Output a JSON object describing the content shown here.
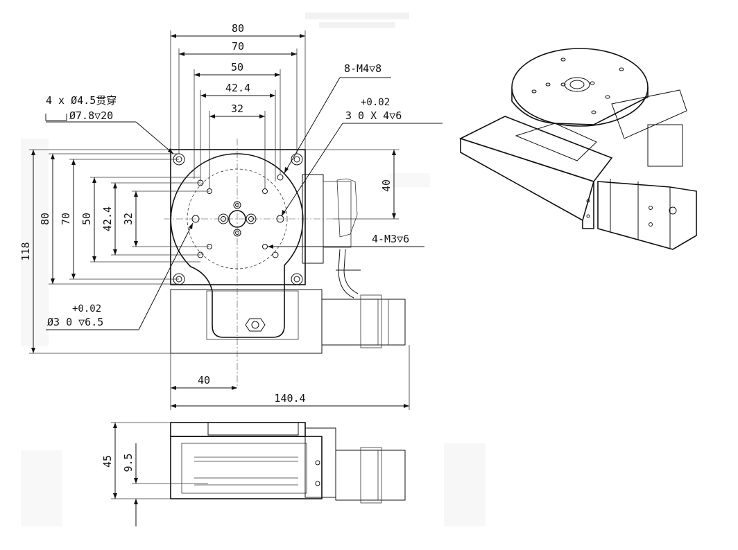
{
  "top_view": {
    "widths": {
      "w80": "80",
      "w70": "70",
      "w50": "50",
      "w42": "42.4",
      "w32": "32"
    },
    "heights": {
      "h118": "118",
      "h80": "80",
      "h70": "70",
      "h50": "50",
      "h42": "42.4",
      "h32": "32",
      "h40": "40"
    },
    "bottom": {
      "d40": "40",
      "d140": "140.4"
    },
    "callouts": {
      "through_hole_line1": "4 x Ø4.5贯穿",
      "through_hole_line2": "Ø7.8▽20",
      "m4": "8-M4▽8",
      "tol_top": "+0.02",
      "pin_hole": "3  0    X 4▽6",
      "m3": "4-M3▽6",
      "tol_bottom": "+0.02",
      "pin_hole2": "Ø3  0   ▽6.5"
    }
  },
  "side_view": {
    "h45": "45",
    "h9_5": "9.5"
  }
}
